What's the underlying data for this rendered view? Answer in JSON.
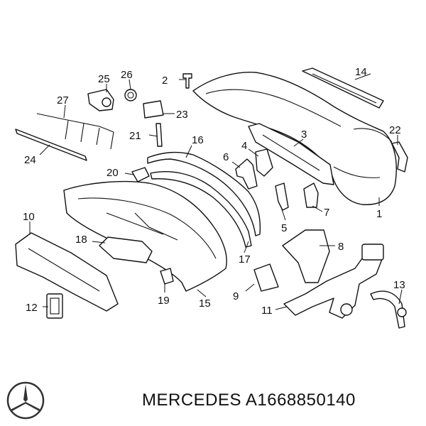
{
  "diagram": {
    "callouts": [
      "1",
      "2",
      "3",
      "4",
      "5",
      "6",
      "7",
      "8",
      "9",
      "10",
      "11",
      "12",
      "13",
      "14",
      "15",
      "16",
      "17",
      "18",
      "19",
      "20",
      "21",
      "22",
      "23",
      "24",
      "25",
      "26",
      "27"
    ]
  },
  "footer": {
    "brand": "MERCEDES",
    "part_number": "A1668850140",
    "logo_icon": "mercedes-star-logo"
  }
}
